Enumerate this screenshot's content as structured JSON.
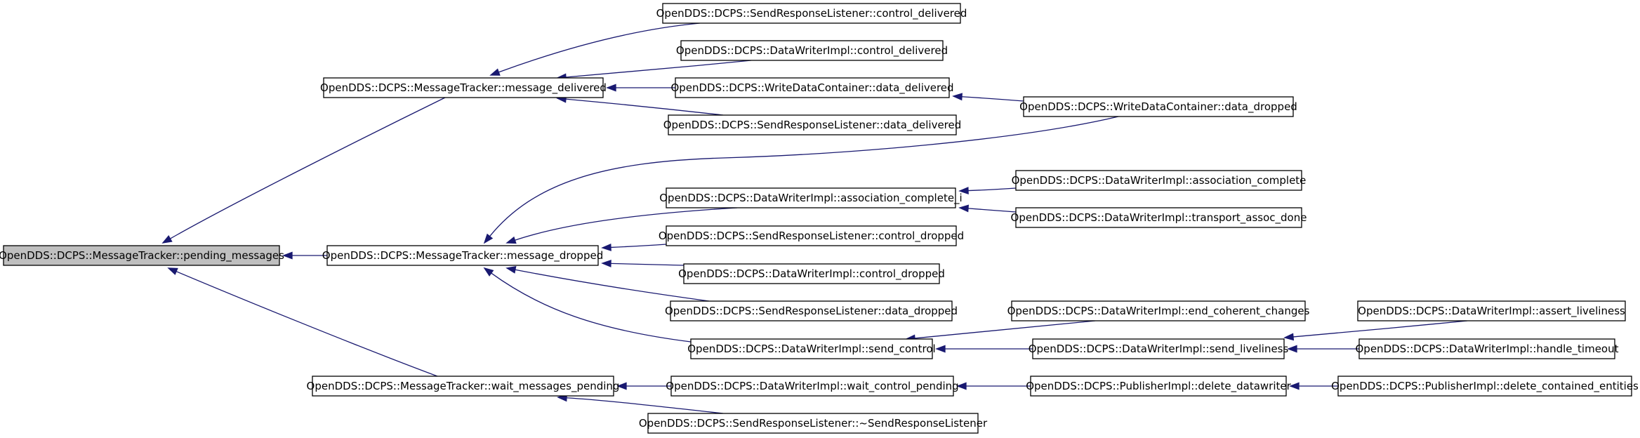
{
  "colors": {
    "edge": "#191970",
    "current_node_fill": "#bfbfbf",
    "node_fill": "#ffffff"
  },
  "nodes": [
    {
      "id": "pending_messages",
      "label": "OpenDDS::DCPS::MessageTracker::pending_messages",
      "current": true
    },
    {
      "id": "message_delivered",
      "label": "OpenDDS::DCPS::MessageTracker::message_delivered"
    },
    {
      "id": "message_dropped",
      "label": "OpenDDS::DCPS::MessageTracker::message_dropped"
    },
    {
      "id": "wait_messages_pending",
      "label": "OpenDDS::DCPS::MessageTracker::wait_messages_pending"
    },
    {
      "id": "srl_control_delivered",
      "label": "OpenDDS::DCPS::SendResponseListener::control_delivered"
    },
    {
      "id": "dwi_control_delivered",
      "label": "OpenDDS::DCPS::DataWriterImpl::control_delivered"
    },
    {
      "id": "wdc_data_delivered",
      "label": "OpenDDS::DCPS::WriteDataContainer::data_delivered"
    },
    {
      "id": "srl_data_delivered",
      "label": "OpenDDS::DCPS::SendResponseListener::data_delivered"
    },
    {
      "id": "wdc_data_dropped",
      "label": "OpenDDS::DCPS::WriteDataContainer::data_dropped"
    },
    {
      "id": "dwi_association_complete_i",
      "label": "OpenDDS::DCPS::DataWriterImpl::association_complete_i"
    },
    {
      "id": "srl_control_dropped",
      "label": "OpenDDS::DCPS::SendResponseListener::control_dropped"
    },
    {
      "id": "dwi_control_dropped",
      "label": "OpenDDS::DCPS::DataWriterImpl::control_dropped"
    },
    {
      "id": "srl_data_dropped",
      "label": "OpenDDS::DCPS::SendResponseListener::data_dropped"
    },
    {
      "id": "dwi_send_control",
      "label": "OpenDDS::DCPS::DataWriterImpl::send_control"
    },
    {
      "id": "dwi_association_complete",
      "label": "OpenDDS::DCPS::DataWriterImpl::association_complete"
    },
    {
      "id": "dwi_transport_assoc_done",
      "label": "OpenDDS::DCPS::DataWriterImpl::transport_assoc_done"
    },
    {
      "id": "dwi_end_coherent_changes",
      "label": "OpenDDS::DCPS::DataWriterImpl::end_coherent_changes"
    },
    {
      "id": "dwi_send_liveliness",
      "label": "OpenDDS::DCPS::DataWriterImpl::send_liveliness"
    },
    {
      "id": "dwi_assert_liveliness",
      "label": "OpenDDS::DCPS::DataWriterImpl::assert_liveliness"
    },
    {
      "id": "dwi_handle_timeout",
      "label": "OpenDDS::DCPS::DataWriterImpl::handle_timeout"
    },
    {
      "id": "dwi_wait_control_pending",
      "label": "OpenDDS::DCPS::DataWriterImpl::wait_control_pending"
    },
    {
      "id": "srl_destructor",
      "label": "OpenDDS::DCPS::SendResponseListener::~SendResponseListener"
    },
    {
      "id": "pi_delete_datawriter",
      "label": "OpenDDS::DCPS::PublisherImpl::delete_datawriter"
    },
    {
      "id": "pi_delete_contained_entities",
      "label": "OpenDDS::DCPS::PublisherImpl::delete_contained_entities"
    }
  ],
  "edges": [
    {
      "from": "message_delivered",
      "to": "pending_messages"
    },
    {
      "from": "message_dropped",
      "to": "pending_messages"
    },
    {
      "from": "wait_messages_pending",
      "to": "pending_messages"
    },
    {
      "from": "srl_control_delivered",
      "to": "message_delivered"
    },
    {
      "from": "dwi_control_delivered",
      "to": "message_delivered"
    },
    {
      "from": "wdc_data_delivered",
      "to": "message_delivered"
    },
    {
      "from": "srl_data_delivered",
      "to": "message_delivered"
    },
    {
      "from": "wdc_data_dropped",
      "to": "wdc_data_delivered"
    },
    {
      "from": "wdc_data_dropped",
      "to": "message_dropped"
    },
    {
      "from": "dwi_association_complete_i",
      "to": "message_dropped"
    },
    {
      "from": "srl_control_dropped",
      "to": "message_dropped"
    },
    {
      "from": "dwi_control_dropped",
      "to": "message_dropped"
    },
    {
      "from": "srl_data_dropped",
      "to": "message_dropped"
    },
    {
      "from": "dwi_send_control",
      "to": "message_dropped"
    },
    {
      "from": "dwi_association_complete",
      "to": "dwi_association_complete_i"
    },
    {
      "from": "dwi_transport_assoc_done",
      "to": "dwi_association_complete_i"
    },
    {
      "from": "dwi_end_coherent_changes",
      "to": "dwi_send_control"
    },
    {
      "from": "dwi_send_liveliness",
      "to": "dwi_send_control"
    },
    {
      "from": "dwi_assert_liveliness",
      "to": "dwi_send_liveliness"
    },
    {
      "from": "dwi_handle_timeout",
      "to": "dwi_send_liveliness"
    },
    {
      "from": "dwi_wait_control_pending",
      "to": "wait_messages_pending"
    },
    {
      "from": "srl_destructor",
      "to": "wait_messages_pending"
    },
    {
      "from": "pi_delete_datawriter",
      "to": "dwi_wait_control_pending"
    },
    {
      "from": "pi_delete_contained_entities",
      "to": "pi_delete_datawriter"
    }
  ]
}
